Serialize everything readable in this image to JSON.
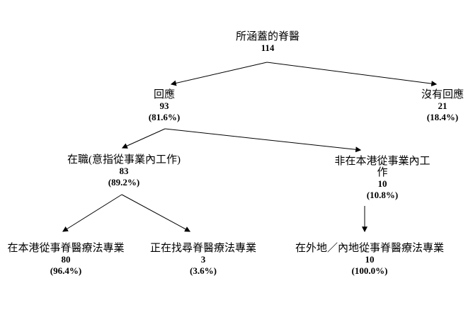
{
  "diagram": {
    "colors": {
      "ink": "#000000",
      "background": "#ffffff"
    },
    "nodes": {
      "root": {
        "label": "所涵蓋的脊醫",
        "value": "114"
      },
      "responded": {
        "label": "回應",
        "value": "93",
        "percent": "(81.6%)"
      },
      "no_response": {
        "label": "沒有回應",
        "value": "21",
        "percent": "(18.4%)"
      },
      "working": {
        "label": "在職(意指從事業內工作)",
        "value": "83",
        "percent": "(89.2%)"
      },
      "not_working_hk": {
        "label": "非在本港從事業內工",
        "label2": "作",
        "value": "10",
        "percent": "(10.8%)"
      },
      "practising_hk": {
        "label": "在本港從事脊醫療法專業",
        "value": "80",
        "percent": "(96.4%)"
      },
      "seeking": {
        "label": "正在找尋脊醫療法專業",
        "value": "3",
        "percent": "(3.6%)"
      },
      "practising_abroad": {
        "label": "在外地／內地從事脊醫療法專業",
        "value": "10",
        "percent": "(100.0%)"
      }
    }
  }
}
